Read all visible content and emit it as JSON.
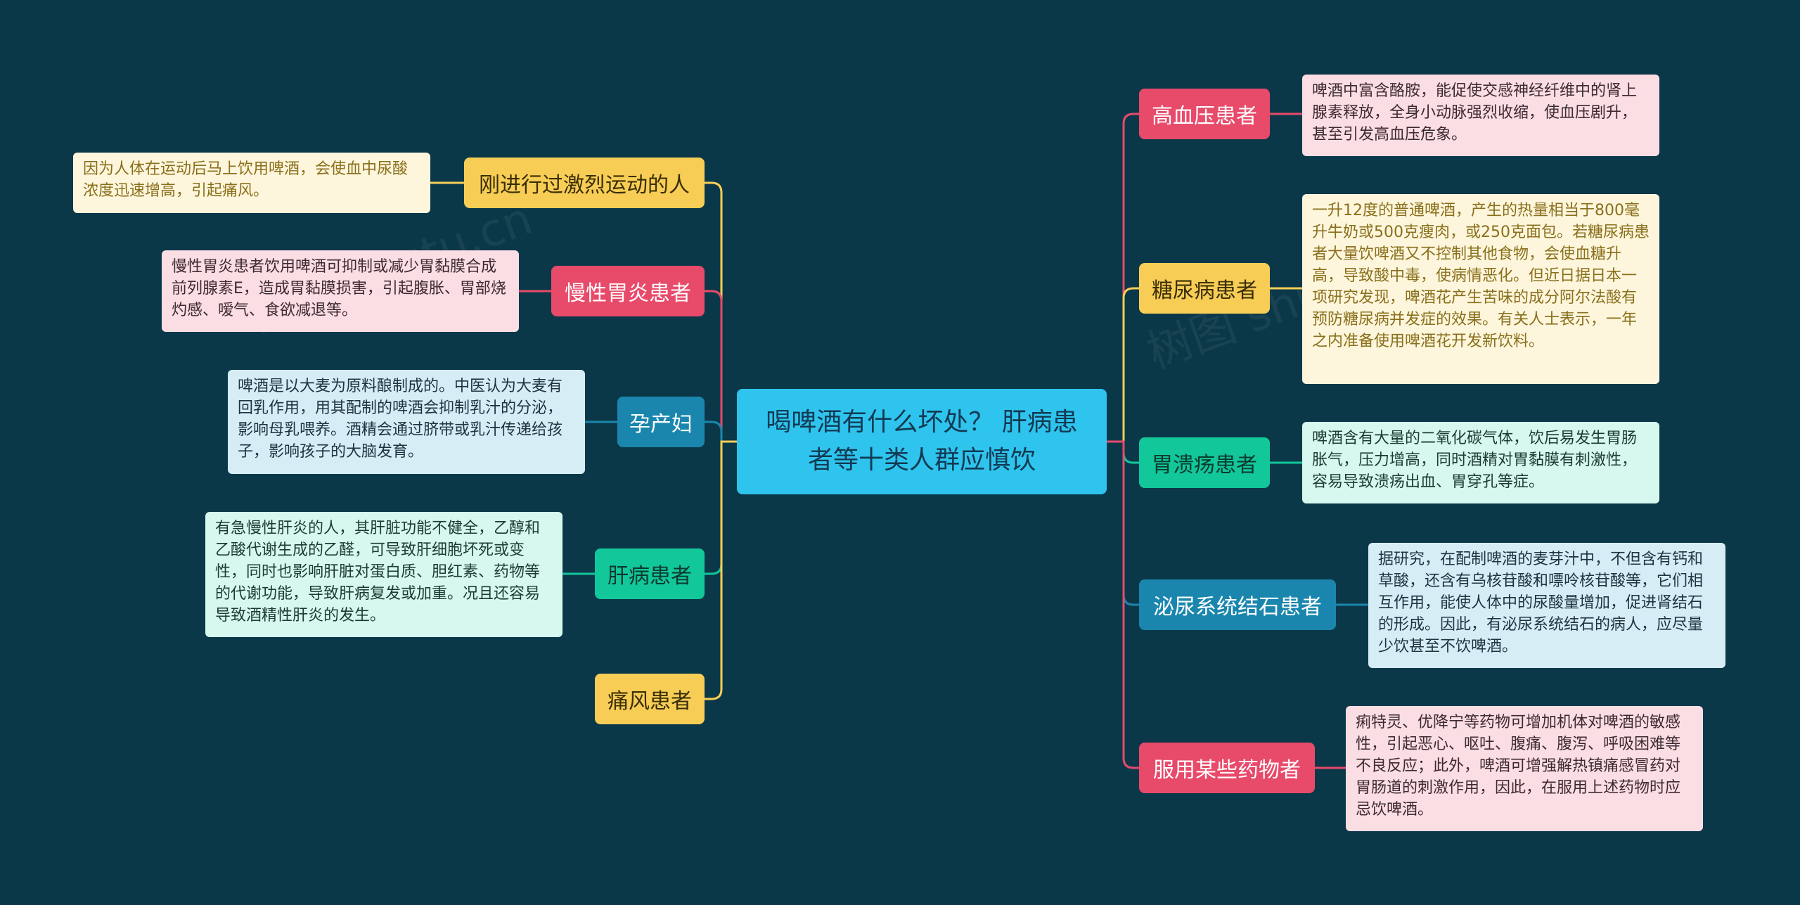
{
  "central": {
    "text": "喝啤酒有什么坏处？ 肝病患者等十类人群应慎饮"
  },
  "left": [
    {
      "id": "gout-exercise",
      "label": "刚进行过激烈运动的人",
      "note": "因为人体在运动后马上饮用啤酒，会使血中尿酸浓度迅速增高，引起痛风。",
      "color": "#f7cd56"
    },
    {
      "id": "gastritis",
      "label": "慢性胃炎患者",
      "note": "慢性胃炎患者饮用啤酒可抑制或减少胃黏膜合成前列腺素E，造成胃黏膜损害，引起腹胀、胃部烧灼感、嗳气、食欲减退等。",
      "color": "#e84a6a"
    },
    {
      "id": "pregnant",
      "label": "孕产妇",
      "note": "啤酒是以大麦为原料酿制成的。中医认为大麦有回乳作用，用其配制的啤酒会抑制乳汁的分泌，影响母乳喂养。酒精会通过脐带或乳汁传递给孩子，影响孩子的大脑发育。",
      "color": "#1a86ad"
    },
    {
      "id": "liver",
      "label": "肝病患者",
      "note": "有急慢性肝炎的人，其肝脏功能不健全，乙醇和乙酸代谢生成的乙醛，可导致肝细胞坏死或变性，同时也影响肝脏对蛋白质、胆红素、药物等的代谢功能，导致肝病复发或加重。况且还容易导致酒精性肝炎的发生。",
      "color": "#12c79a"
    },
    {
      "id": "gout",
      "label": "痛风患者",
      "note": "",
      "color": "#f7cd56"
    }
  ],
  "right": [
    {
      "id": "hypertension",
      "label": "高血压患者",
      "note": "啤酒中富含酪胺，能促使交感神经纤维中的肾上腺素释放，全身小动脉强烈收缩，使血压剧升，甚至引发高血压危象。",
      "color": "#e84a6a"
    },
    {
      "id": "diabetes",
      "label": "糖尿病患者",
      "note": "一升12度的普通啤酒，产生的热量相当于800毫升牛奶或500克瘦肉，或250克面包。若糖尿病患者大量饮啤酒又不控制其他食物，会使血糖升高，导致酸中毒，使病情恶化。但近日据日本一项研究发现，啤酒花产生苦味的成分阿尔法酸有预防糖尿病并发症的效果。有关人士表示，一年之内准备使用啤酒花开发新饮料。",
      "color": "#f7cd56"
    },
    {
      "id": "ulcer",
      "label": "胃溃疡患者",
      "note": "啤酒含有大量的二氧化碳气体，饮后易发生胃肠胀气，压力增高，同时酒精对胃黏膜有刺激性，容易导致溃疡出血、胃穿孔等症。",
      "color": "#12c79a"
    },
    {
      "id": "stones",
      "label": "泌尿系统结石患者",
      "note": "据研究，在配制啤酒的麦芽汁中，不但含有钙和草酸，还含有乌核苷酸和嘌呤核苷酸等，它们相互作用，能使人体中的尿酸量增加，促进肾结石的形成。因此，有泌尿系统结石的病人，应尽量少饮甚至不饮啤酒。",
      "color": "#1a86ad"
    },
    {
      "id": "medication",
      "label": "服用某些药物者",
      "note": "痢特灵、优降宁等药物可增加机体对啤酒的敏感性，引起恶心、呕吐、腹痛、腹泻、呼吸困难等不良反应；此外，啤酒可增强解热镇痛感冒药对胃肠道的刺激作用，因此，在服用上述药物时应忌饮啤酒。",
      "color": "#e84a6a"
    }
  ]
}
